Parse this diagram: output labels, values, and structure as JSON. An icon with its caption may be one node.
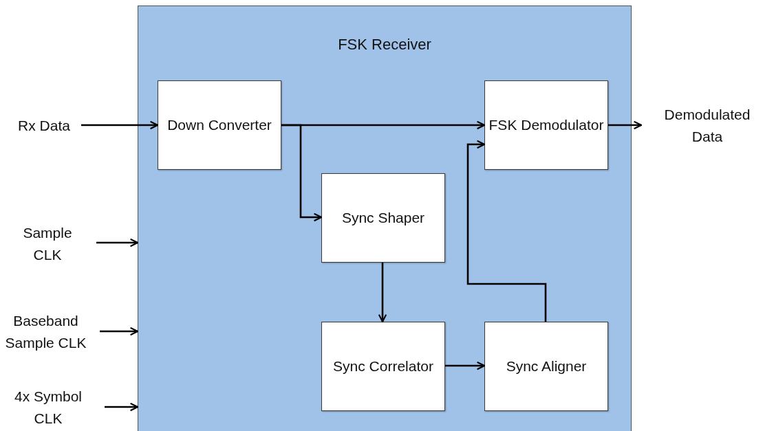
{
  "diagram": {
    "nodes": [
      {
        "text": [
          "FSK Receiver"
        ]
      },
      {
        "text": [
          "Down Converter"
        ],
        "in": 0
      },
      {
        "text": [
          "FSK Demodulator"
        ],
        "in": 0
      },
      {
        "text": [
          "Sync Shaper"
        ],
        "in": 0
      },
      {
        "text": [
          "Sync Correlator"
        ],
        "in": 0
      },
      {
        "text": [
          "Sync Aligner"
        ],
        "in": 0
      },
      {
        "text": [
          "Rx Data"
        ]
      },
      {
        "text": [
          "Demodulated Data"
        ]
      },
      {
        "text": [
          "Sample CLK"
        ]
      },
      {
        "text": [
          "Baseband Sample CLK"
        ]
      },
      {
        "text": [
          "4x Symbol CLK"
        ]
      }
    ],
    "edges": [
      {
        "from": 6,
        "to": 1,
        "arrow": "to"
      },
      {
        "from": 1,
        "to": 2,
        "arrow": "to"
      },
      {
        "from": 1,
        "to": 3,
        "arrow": "to"
      },
      {
        "from": 3,
        "to": 4,
        "arrow": "to"
      },
      {
        "from": 4,
        "to": 5,
        "arrow": "to"
      },
      {
        "from": 5,
        "to": 2,
        "arrow": "to"
      },
      {
        "from": 2,
        "to": 7,
        "arrow": "to"
      },
      {
        "from": 8,
        "to": 0,
        "arrow": "to"
      },
      {
        "from": 9,
        "to": 0,
        "arrow": "to"
      },
      {
        "from": 10,
        "to": 0,
        "arrow": "to"
      }
    ]
  }
}
